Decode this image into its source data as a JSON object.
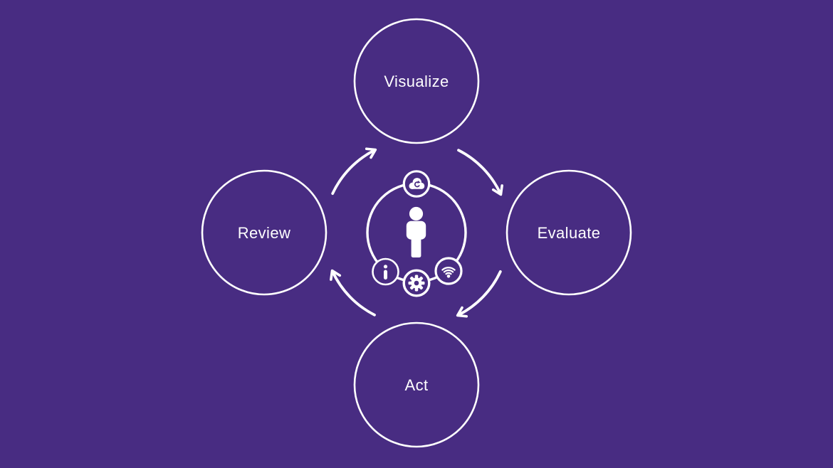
{
  "colors": {
    "background": "#482c82",
    "foreground": "#ffffff"
  },
  "diagram": {
    "type": "cycle",
    "flow_direction": "clockwise",
    "stages": [
      {
        "label": "Visualize",
        "position": "top"
      },
      {
        "label": "Evaluate",
        "position": "right"
      },
      {
        "label": "Act",
        "position": "bottom"
      },
      {
        "label": "Review",
        "position": "left"
      }
    ],
    "arrows": [
      {
        "from": "Review",
        "to": "Visualize"
      },
      {
        "from": "Visualize",
        "to": "Evaluate"
      },
      {
        "from": "Evaluate",
        "to": "Act"
      },
      {
        "from": "Act",
        "to": "Review"
      }
    ],
    "center": {
      "icon": "person-icon",
      "satellites": [
        {
          "icon": "cloud-sync-icon",
          "position": "top"
        },
        {
          "icon": "info-icon",
          "position": "bottom-left"
        },
        {
          "icon": "gear-icon",
          "position": "bottom"
        },
        {
          "icon": "wifi-icon",
          "position": "bottom-right"
        }
      ]
    }
  }
}
